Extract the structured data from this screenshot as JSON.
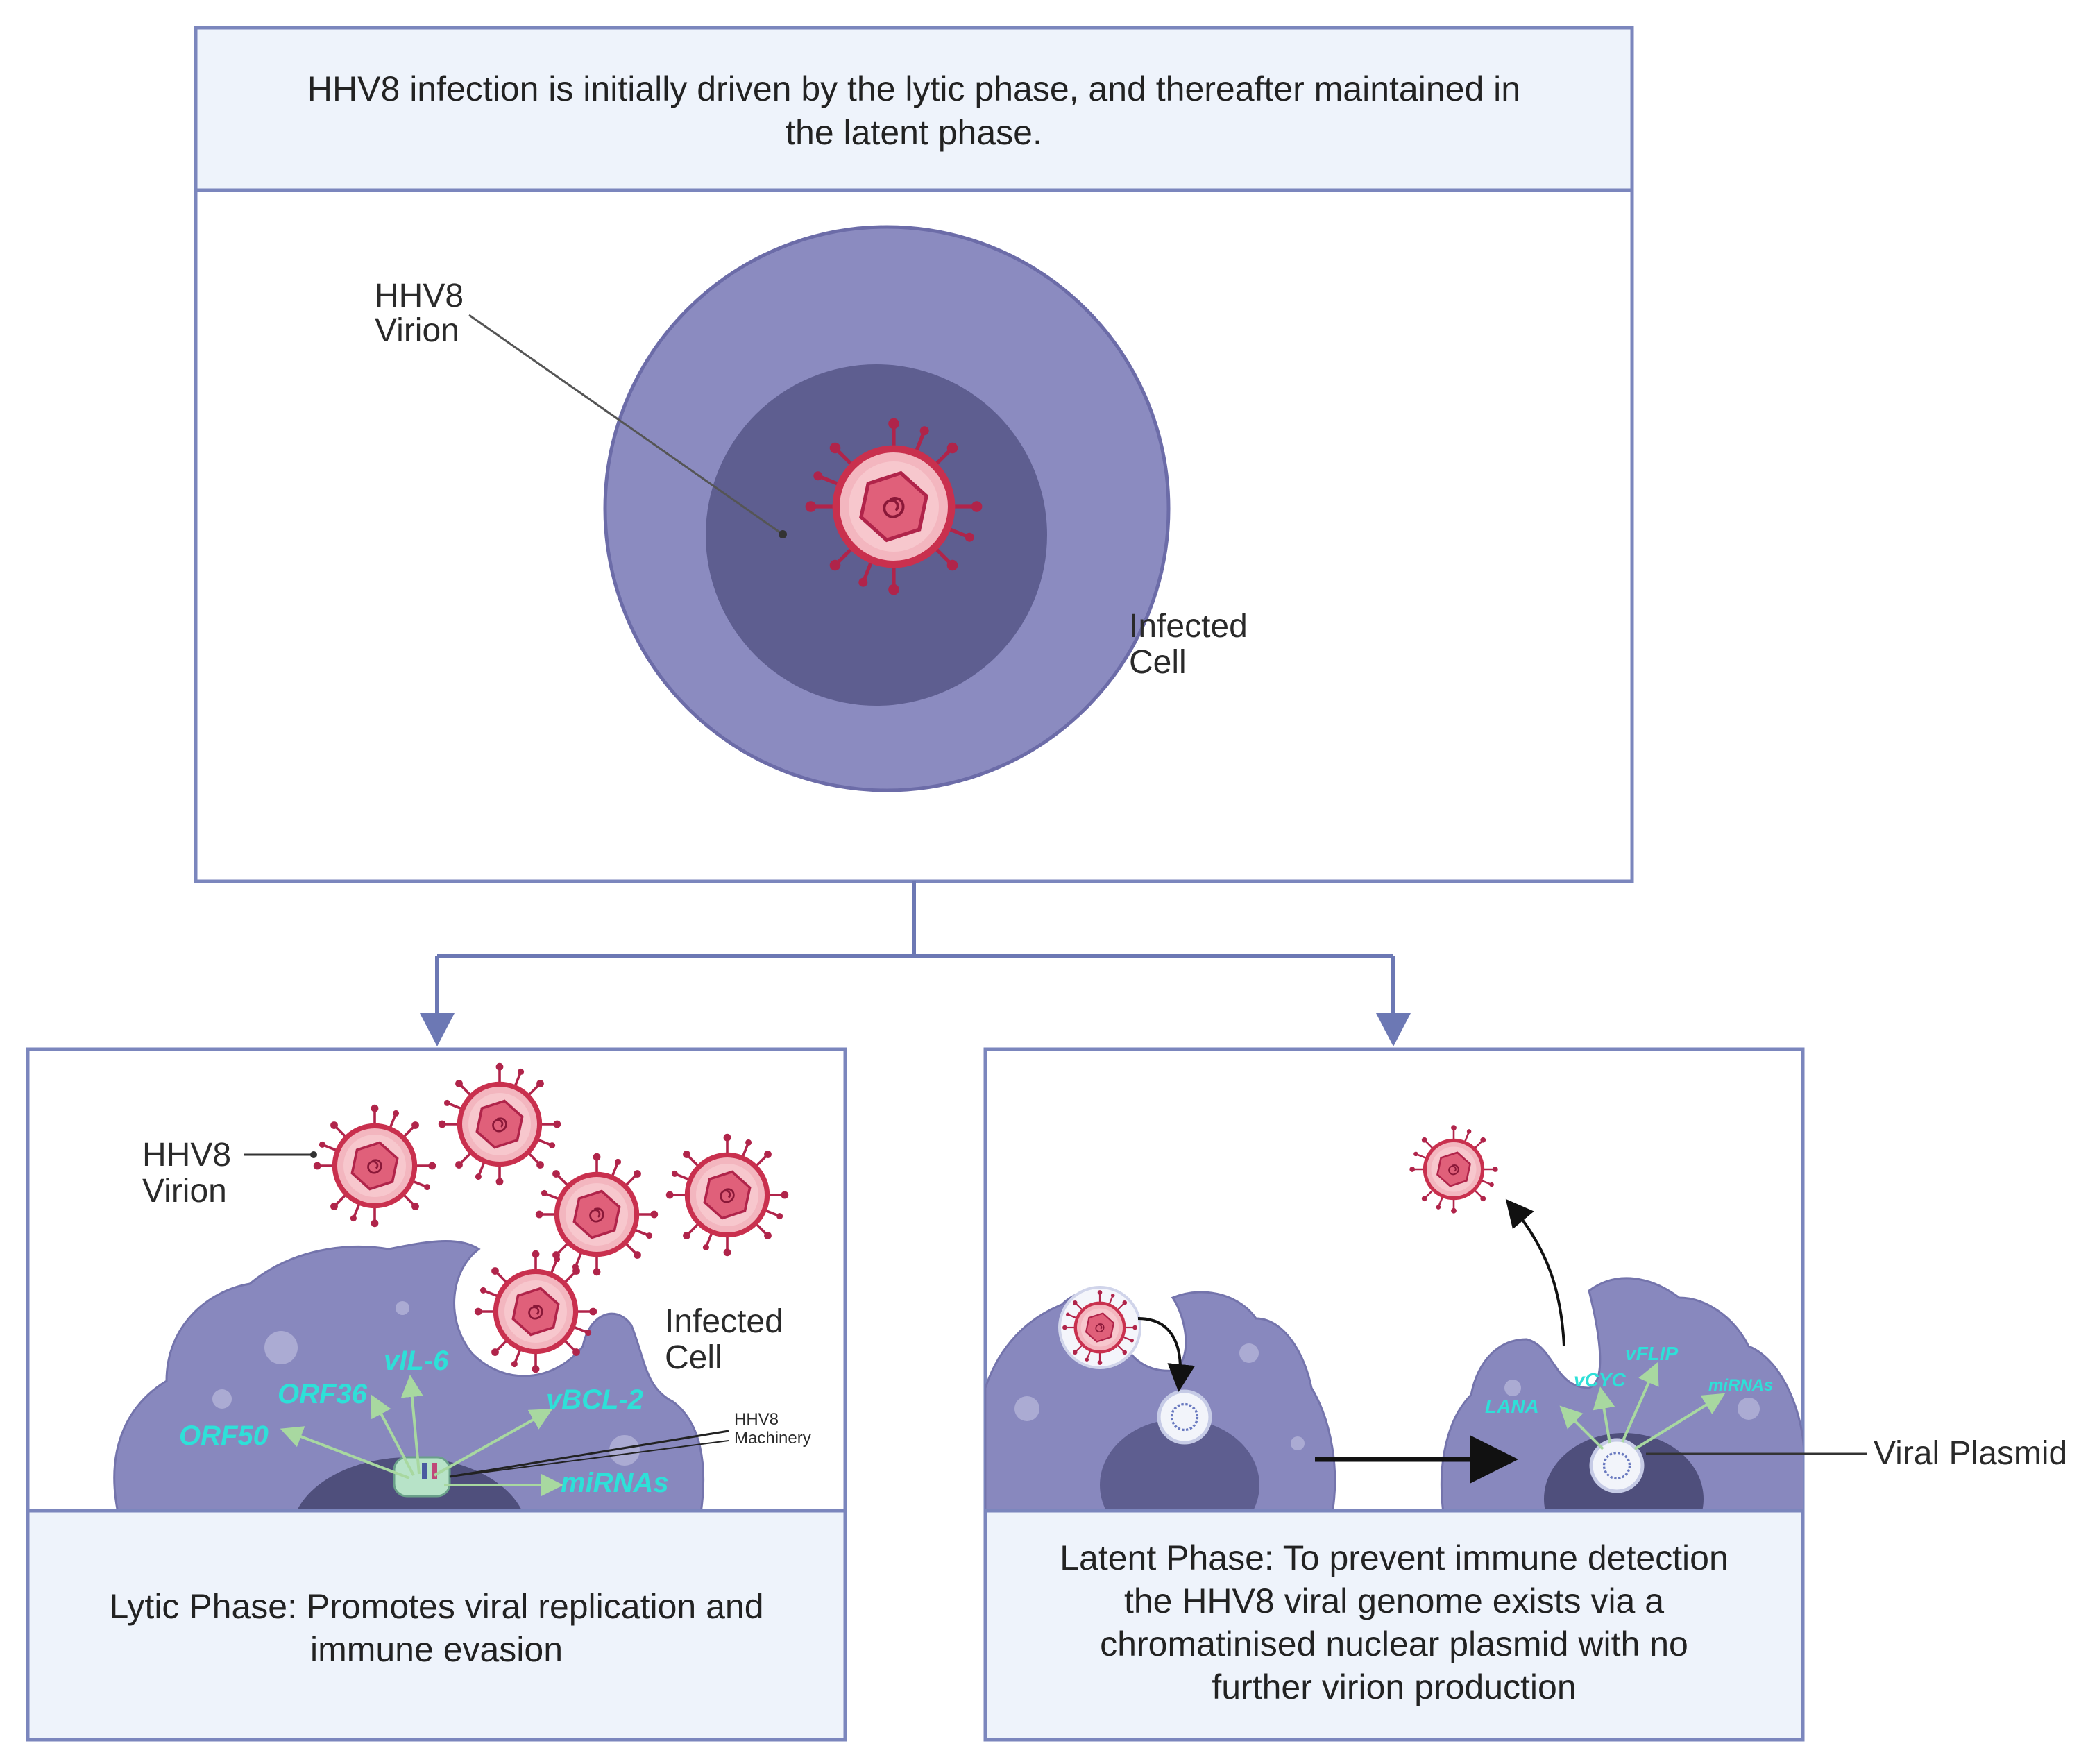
{
  "colors": {
    "panel_border": "#7b86bd",
    "panel_fill": "#eef3fb",
    "cell_outer": "#8b8bc0",
    "cell_inner": "#5e5e90",
    "nucleus_dark": "#4f4f7c",
    "virion_spike": "#b0244a",
    "virion_ring": "#c9304e",
    "virion_fill": "#f3b6bf",
    "capsid": "#c8385a",
    "gene_text": "#2ee0d8",
    "arrow": "#111111"
  },
  "top_panel": {
    "caption_line1": "HHV8 infection is initially driven by the lytic phase, and thereafter maintained in",
    "caption_line2": "the latent phase.",
    "virion_label_line1": "HHV8",
    "virion_label_line2": "Virion",
    "cell_label_line1": "Infected",
    "cell_label_line2": "Cell"
  },
  "lytic_panel": {
    "virion_label_line1": "HHV8",
    "virion_label_line2": "Virion",
    "cell_label_line1": "Infected",
    "cell_label_line2": "Cell",
    "machinery_label_line1": "HHV8",
    "machinery_label_line2": "Machinery",
    "genes": [
      "ORF50",
      "ORF36",
      "vIL-6",
      "vBCL-2",
      "miRNAs"
    ],
    "caption_line1": "Lytic Phase: Promotes viral replication and",
    "caption_line2": "immune evasion"
  },
  "latent_panel": {
    "plasmid_label": "Viral Plasmid",
    "genes": [
      "LANA",
      "vCYC",
      "vFLIP",
      "miRNAs"
    ],
    "caption_line1": "Latent Phase: To prevent immune detection",
    "caption_line2": "the HHV8 viral genome exists via a",
    "caption_line3": "chromatinised nuclear plasmid with no",
    "caption_line4": "further virion production"
  },
  "icons": {
    "virion": "virion-icon",
    "plasmid": "plasmid-icon",
    "cell": "cell-icon"
  }
}
